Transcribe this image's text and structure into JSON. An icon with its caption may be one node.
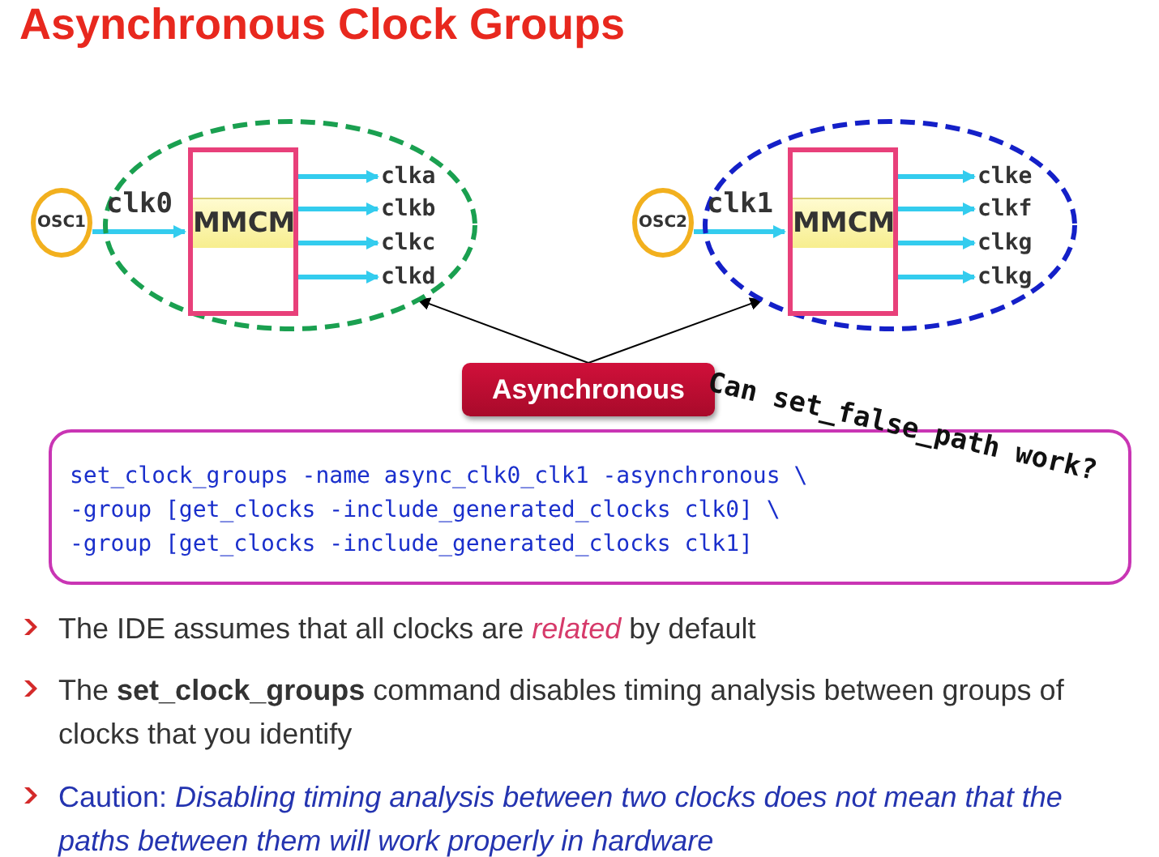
{
  "diagram": {
    "title": "Asynchronous Clock Groups",
    "nodes": [
      {
        "text": [],
        "shape": "ellipse"
      },
      {
        "text": [
          "OSC1"
        ]
      },
      {
        "text": [
          "MMCM"
        ],
        "in": 0
      },
      {
        "text": [
          "clka"
        ],
        "in": 0
      },
      {
        "text": [
          "clkb"
        ],
        "in": 0
      },
      {
        "text": [
          "clkc"
        ],
        "in": 0
      },
      {
        "text": [
          "clkd"
        ],
        "in": 0
      },
      {
        "text": [],
        "shape": "ellipse"
      },
      {
        "text": [
          "OSC2"
        ]
      },
      {
        "text": [
          "MMCM"
        ],
        "in": 7
      },
      {
        "text": [
          "clke"
        ],
        "in": 7
      },
      {
        "text": [
          "clkf"
        ],
        "in": 7
      },
      {
        "text": [
          "clkg"
        ],
        "in": 7
      },
      {
        "text": [
          "clkg"
        ],
        "in": 7
      },
      {
        "text": [
          "Asynchronous"
        ]
      },
      {
        "text": [
          "set_clock_groups -name async_clk0_clk1 -asynchronous \\",
          "-group [get_clocks -include_generated_clocks clk0] \\",
          "-group [get_clocks -include_generated_clocks clk1]"
        ]
      }
    ],
    "edges": [
      {
        "from": 1,
        "to": 2,
        "arrow": "to",
        "label": "clk0"
      },
      {
        "from": 2,
        "to": 3,
        "arrow": "to"
      },
      {
        "from": 2,
        "to": 4,
        "arrow": "to"
      },
      {
        "from": 2,
        "to": 5,
        "arrow": "to"
      },
      {
        "from": 2,
        "to": 6,
        "arrow": "to"
      },
      {
        "from": 8,
        "to": 9,
        "arrow": "to",
        "label": "clk1"
      },
      {
        "from": 9,
        "to": 10,
        "arrow": "to"
      },
      {
        "from": 9,
        "to": 11,
        "arrow": "to"
      },
      {
        "from": 9,
        "to": 12,
        "arrow": "to"
      },
      {
        "from": 9,
        "to": 13,
        "arrow": "to"
      },
      {
        "from": 14,
        "to": 0,
        "arrow": "to",
        "color": "#000000"
      },
      {
        "from": 14,
        "to": 7,
        "arrow": "to",
        "color": "#000000"
      }
    ],
    "labels": [
      "Can set_false_path work?",
      "The IDE assumes that all clocks are *related* by default",
      "The **set_clock_groups** command disables timing analysis between groups of clocks that you identify",
      "Caution: *Disabling timing analysis between two clocks does not mean that the paths between them will work properly in hardware*"
    ]
  }
}
